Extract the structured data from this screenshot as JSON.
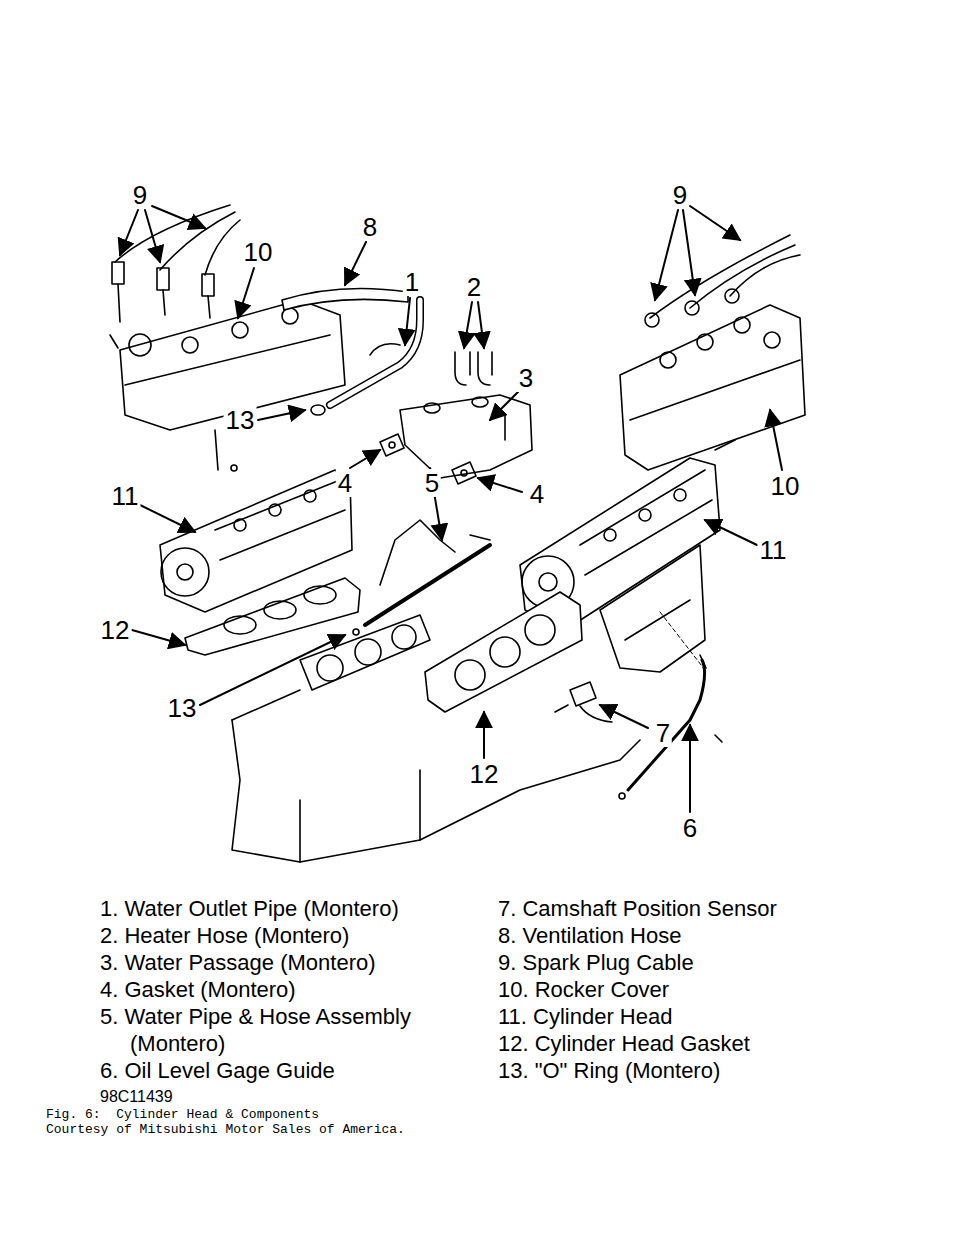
{
  "diagram": {
    "caption": "Fig. 6:  Cylinder Head & Components",
    "labels": [
      "9",
      "9",
      "8",
      "10",
      "1",
      "2",
      "3",
      "13",
      "4",
      "5",
      "4",
      "10",
      "11",
      "11",
      "12",
      "13",
      "7",
      "12",
      "6",
      "1. Water Outlet Pipe (Montero)",
      "2. Heater Hose (Montero)",
      "3. Water Passage (Montero)",
      "4. Gasket (Montero)",
      "5. Water Pipe & Hose Assembly (Montero)",
      "6. Oil Level Gage Guide",
      "7. Camshaft Position Sensor",
      "8. Ventilation Hose",
      "9. Spark Plug Cable",
      "10. Rocker Cover",
      "11. Cylinder Head",
      "12. Cylinder Head Gasket",
      "13. \"O\" Ring (Montero)",
      "98C11439",
      "Courtesy of Mitsubishi Motor Sales of America."
    ]
  }
}
